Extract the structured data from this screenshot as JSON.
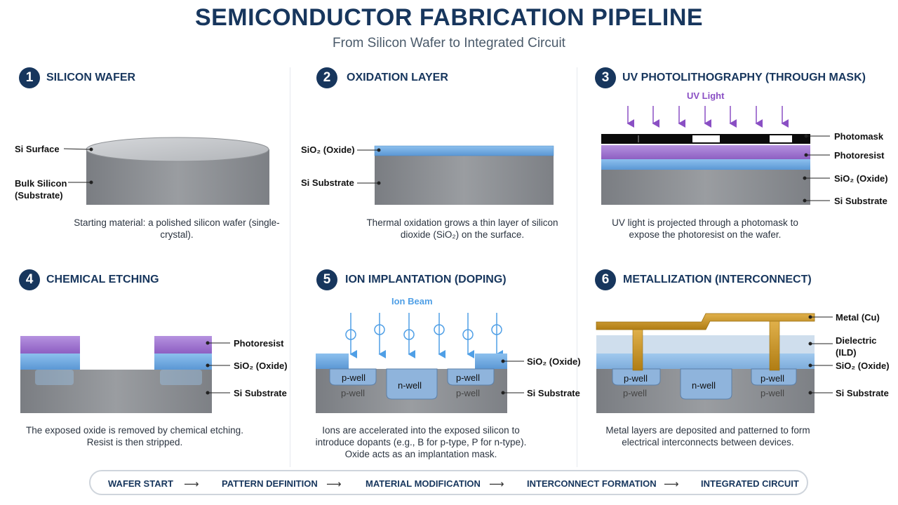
{
  "header": {
    "title": "SEMICONDUCTOR FABRICATION PIPELINE",
    "subtitle": "From Silicon Wafer to Integrated Circuit"
  },
  "steps": [
    {
      "number": "1",
      "title": "SILICON WAFER",
      "labels": {
        "surface": "Si Surface",
        "bulk": "Bulk Silicon\n(Substrate)"
      },
      "caption": "Starting material: a polished silicon wafer (single-crystal)."
    },
    {
      "number": "2",
      "title": "OXIDATION LAYER",
      "labels": {
        "oxide": "SiO₂ (Oxide)",
        "substrate": "Si Substrate"
      },
      "caption": "Thermal oxidation grows a thin layer of silicon dioxide (SiO₂) on the surface."
    },
    {
      "number": "3",
      "title": "UV PHOTOLITHOGRAPHY (THROUGH MASK)",
      "labels": {
        "uv": "UV Light",
        "photomask": "Photomask",
        "photoresist": "Photoresist",
        "oxide": "SiO₂ (Oxide)",
        "substrate": "Si Substrate"
      },
      "caption": "UV light is projected through a photomask to expose the photoresist on the wafer."
    },
    {
      "number": "4",
      "title": "CHEMICAL ETCHING",
      "labels": {
        "photoresist": "Photoresist",
        "oxide": "SiO₂ (Oxide)",
        "substrate": "Si Substrate"
      },
      "caption": "The exposed oxide is removed by chemical etching. Resist is then stripped."
    },
    {
      "number": "5",
      "title": "ION IMPLANTATION (DOPING)",
      "labels": {
        "beam": "Ion Beam",
        "oxide": "SiO₂ (Oxide)",
        "substrate": "Si Substrate",
        "pwell": "p-well",
        "nwell": "n-well"
      },
      "caption": "Ions are accelerated into the exposed silicon to introduce dopants (e.g., B for p-type, P for n-type). Oxide acts as an implantation mask."
    },
    {
      "number": "6",
      "title": "METALLIZATION (INTERCONNECT)",
      "labels": {
        "metal": "Metal (Cu)",
        "dielectric": "Dielectric\n(ILD)",
        "oxide": "SiO₂ (Oxide)",
        "substrate": "Si Substrate",
        "pwell": "p-well",
        "nwell": "n-well"
      },
      "caption": "Metal layers are deposited and patterned to form electrical interconnects between devices."
    }
  ],
  "flow": [
    "WAFER START",
    "PATTERN DEFINITION",
    "MATERIAL MODIFICATION",
    "INTERCONNECT FORMATION",
    "INTEGRATED CIRCUIT"
  ],
  "colors": {
    "navy": "#17365d",
    "silicon": "#8e9195",
    "oxide": "#6fa8dc",
    "resist": "#9b6fc9",
    "metal": "#c8961e",
    "beam": "#4f9fe6",
    "uv": "#8a4fc4"
  }
}
